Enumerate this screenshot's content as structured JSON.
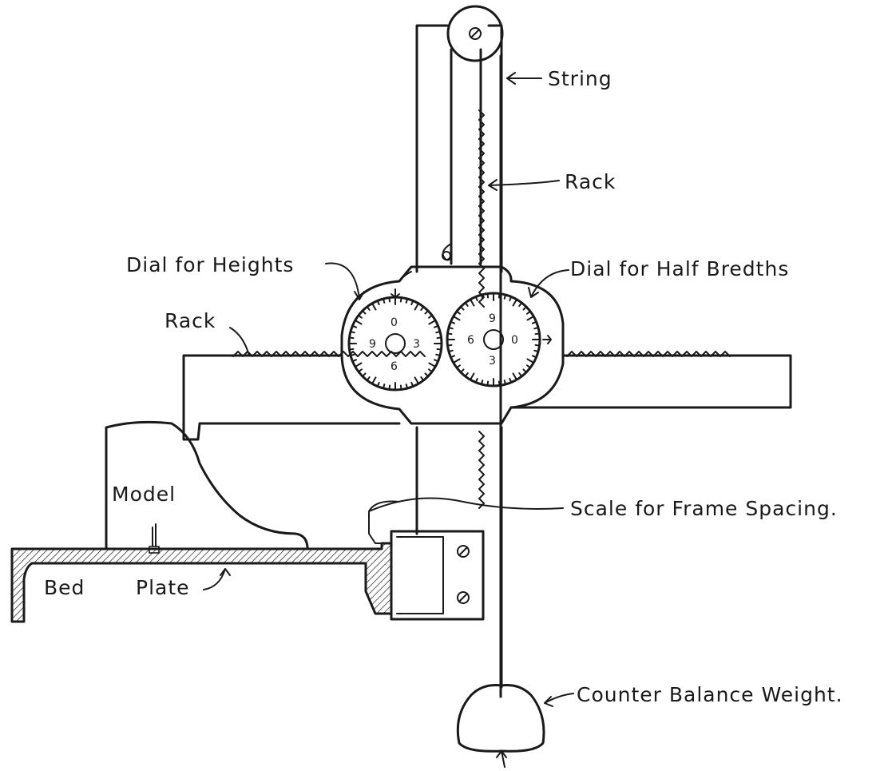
{
  "labels": {
    "string": "String",
    "rack_vertical": "Rack",
    "dial_heights": "Dial for Heights",
    "dial_half_breadths": "Dial for Half Bredths",
    "rack_horizontal": "Rack",
    "model": "Model",
    "scale_frame_spacing": "Scale for Frame Spacing.",
    "bed_plate_1": "Bed",
    "bed_plate_2": "Plate",
    "counter_weight": "Counter Balance Weight."
  },
  "dial_heights_numbers": [
    "0",
    "3",
    "6",
    "9"
  ],
  "dial_half_breadths_numbers": [
    "9",
    "0",
    "3",
    "6"
  ]
}
